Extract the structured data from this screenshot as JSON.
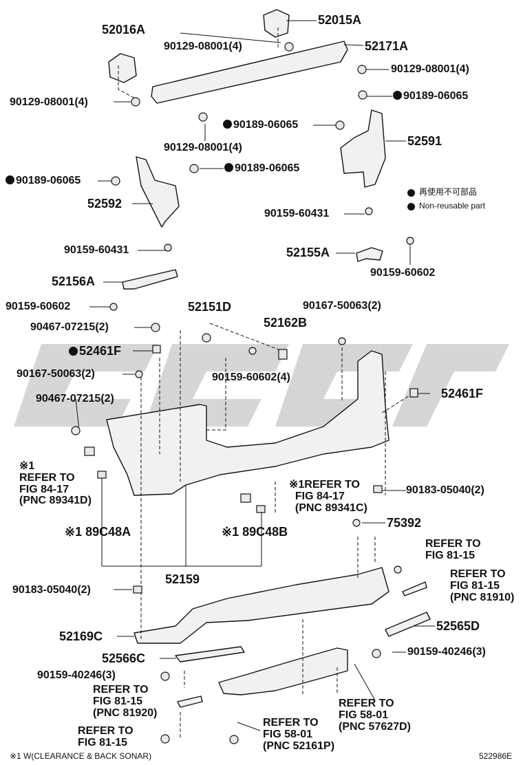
{
  "colors": {
    "ink": "#111111",
    "watermark": "#c8c8c8",
    "part_fill": "#f1f1f1"
  },
  "legend": {
    "jp": "再使用不可部品",
    "en": "Non-reusable part"
  },
  "footnote": "※1 W(CLEARANCE & BACK SONAR)",
  "diagram_id": "522986E",
  "labels": {
    "p52016A": "52016A",
    "p52015A": "52015A",
    "p52171A": "52171A",
    "b9012908001_a": "90129-08001(4)",
    "b9012908001_b": "90129-08001(4)",
    "b9012908001_c": "90129-08001(4)",
    "b9012908001_d": "90129-08001(4)",
    "c9018906065_a": "90189-06065",
    "c9018906065_b": "90189-06065",
    "c9018906065_c": "90189-06065",
    "c9018906065_d": "90189-06065",
    "p52591": "52591",
    "p52592": "52592",
    "s9015960431_a": "90159-60431",
    "s9015960431_b": "90159-60431",
    "p52155A": "52155A",
    "s9015960602_a": "90159-60602",
    "p52156A": "52156A",
    "s9015960602_b": "90159-60602",
    "p52151D": "52151D",
    "c9016750063_a": "90167-50063(2)",
    "c9046707215_a": "90467-07215(2)",
    "p52162B": "52162B",
    "p52461F_a": "52461F",
    "c9016750063_b": "90167-50063(2)",
    "s9015960602_c": "90159-60602(4)",
    "c9046707215_b": "90467-07215(2)",
    "p52461F_b": "52461F",
    "ref1": "※1\nREFER TO\nFIG 84-17\n(PNC 89341D)",
    "ref2": "※1REFER TO\n  FIG 84-17\n  (PNC 89341C)",
    "c9018305040_a": "90183-05040(2)",
    "p89C48A": "※1 89C48A",
    "p89C48B": "※1 89C48B",
    "p75392": "75392",
    "p52159": "52159",
    "ref3": "REFER TO\nFIG 81-15",
    "ref4": "REFER TO\nFIG 81-15\n(PNC 81910)",
    "c9018305040_b": "90183-05040(2)",
    "p52169C": "52169C",
    "p52565D": "52565D",
    "p52566C": "52566C",
    "s9015940246_a": "90159-40246(3)",
    "s9015940246_b": "90159-40246(3)",
    "ref5": "REFER TO\nFIG 81-15\n(PNC 81920)",
    "ref6": "REFER TO\nFIG 58-01\n(PNC 57627D)",
    "ref7": "REFER TO\nFIG 81-15",
    "ref8": "REFER TO\nFIG 58-01\n(PNC 52161P)"
  }
}
